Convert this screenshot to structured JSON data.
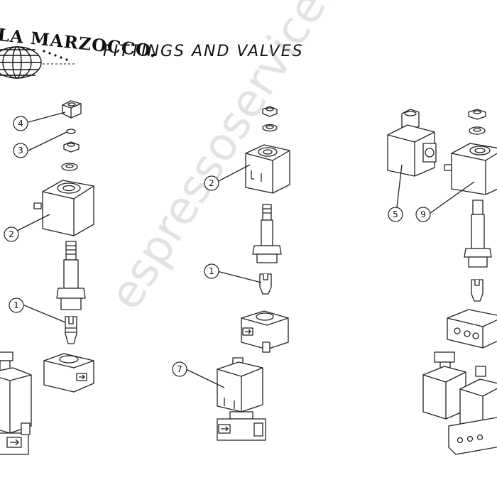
{
  "header": {
    "brand": "LA MARZOCCO.",
    "title": "FITTINGS AND VALVES"
  },
  "watermark": "espressoservice.top",
  "callouts": {
    "c1": "4",
    "c2": "3",
    "c3": "2",
    "c4": "1",
    "c5": "2",
    "c6": "1",
    "c7": "7",
    "c8": "5",
    "c9": "9"
  },
  "colors": {
    "line": "#222222",
    "fill": "#ffffff",
    "watermark": "#969696"
  }
}
